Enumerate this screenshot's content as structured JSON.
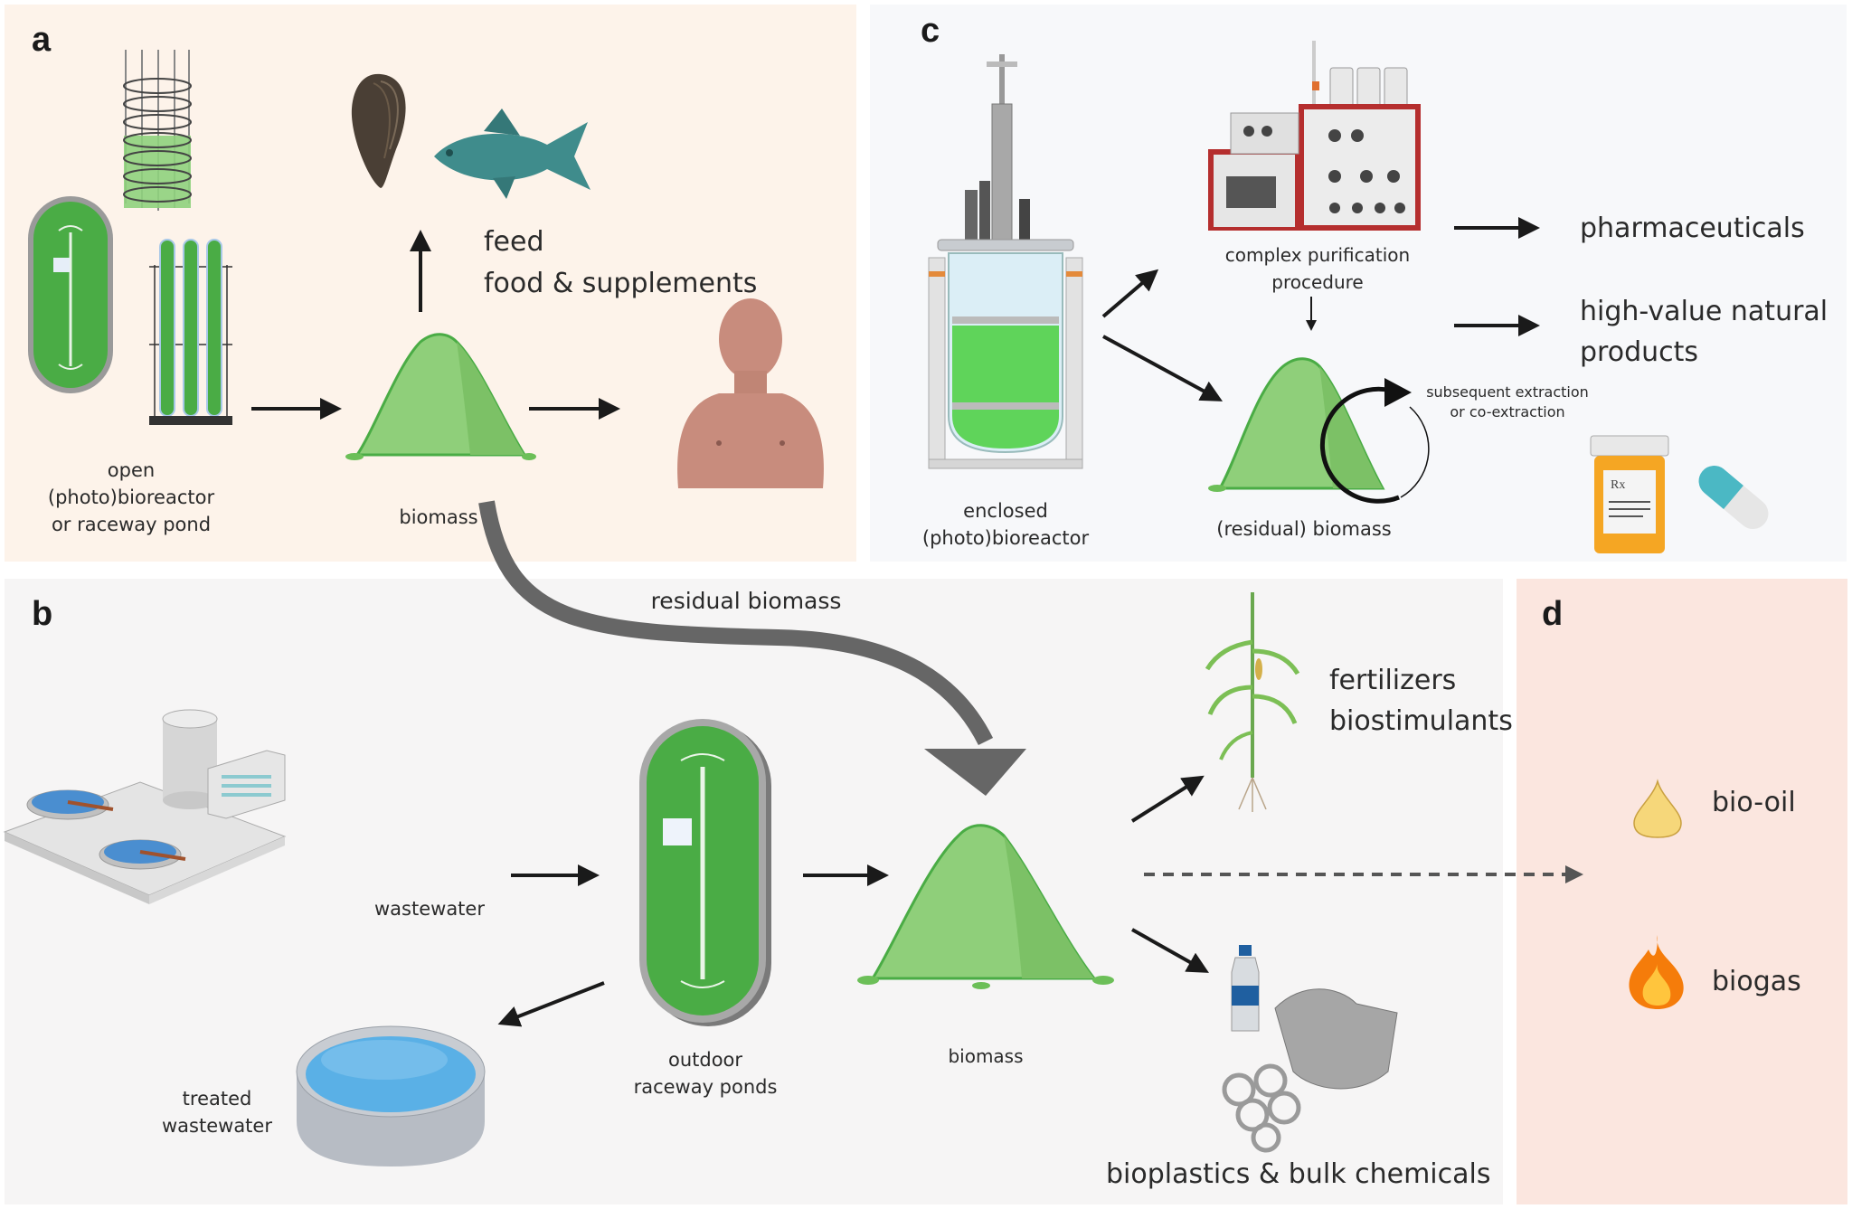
{
  "panels": {
    "a": {
      "letter": "a",
      "reactor_label_lines": [
        "open",
        "(photo)bioreactor",
        "or raceway pond"
      ],
      "biomass_label": "biomass",
      "feed_label": "feed",
      "food_label": "food & supplements"
    },
    "b": {
      "letter": "b",
      "wastewater_label": "wastewater",
      "treated_label_lines": [
        "treated",
        "wastewater"
      ],
      "ponds_label_lines": [
        "outdoor",
        "raceway ponds"
      ],
      "biomass_label": "biomass",
      "residual_arrow_label": "residual biomass",
      "fertilizers_label": "fertilizers",
      "biostimulants_label": "biostimulants",
      "bioplastics_label": "bioplastics & bulk chemicals"
    },
    "c": {
      "letter": "c",
      "reactor_label_lines": [
        "enclosed",
        "(photo)bioreactor"
      ],
      "purification_label": "complex  purification procedure",
      "residual_label": "(residual) biomass",
      "extraction_label_lines": [
        "subsequent extraction",
        "or  co-extraction"
      ],
      "pharma_label": "pharmaceuticals",
      "natural_label_lines": [
        "high-value natural",
        "products"
      ],
      "rx_label": "Rx"
    },
    "d": {
      "letter": "d",
      "biooil_label": "bio-oil",
      "biogas_label": "biogas"
    }
  },
  "colors": {
    "panel_a_bg": "#fdf3ea",
    "panel_b_bg": "#f6f5f5",
    "panel_c_bg": "#f7f8fa",
    "panel_d_bg": "#fbe6df",
    "algae_green": "#4aac45",
    "biomass_green": "#8fcf7a",
    "arrow_black": "#1a1a1a",
    "residual_arrow_gray": "#666666"
  }
}
